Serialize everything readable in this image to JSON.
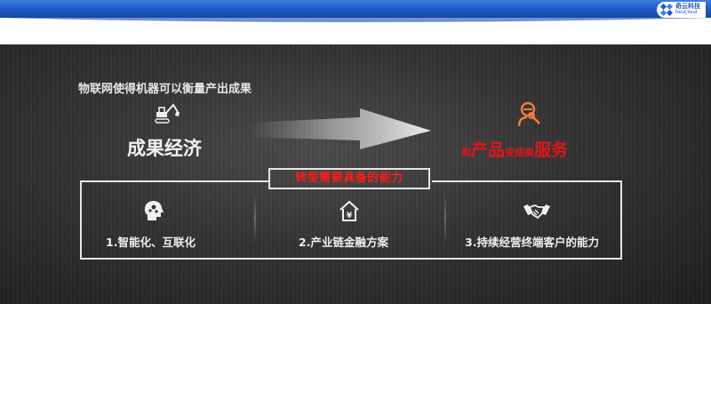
{
  "header": {
    "logo_cn": "奇云科技",
    "logo_en": "NeuCloud",
    "brand_color": "#1f56bf"
  },
  "slide": {
    "subtitle": "物联网使得机器可以衡量产出成果",
    "left_title": "成果经济",
    "right_title": {
      "part1": "卖",
      "part2": "产品",
      "part3": "变成",
      "part4": "卖",
      "part5": "服务"
    },
    "capabilities_heading": "转型需要具备的能力",
    "capabilities": [
      {
        "label": "1.智能化、互联化",
        "icon": "head-network-icon"
      },
      {
        "label": "2.产业链金融方案",
        "icon": "house-yuan-icon"
      },
      {
        "label": "3.持续经营终端客户的能力",
        "icon": "handshake-icon"
      }
    ],
    "accent_color": "#e4141a",
    "service_icon_color": "#f07f3c"
  }
}
